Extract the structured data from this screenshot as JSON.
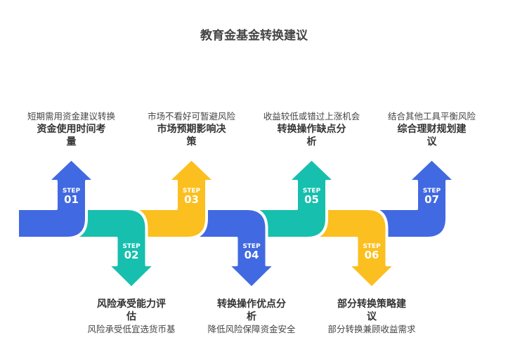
{
  "title": "教育金基金转换建议",
  "steps": [
    {
      "step": "STEP",
      "num": "01",
      "title": "资金使用时间考量",
      "caption": "短期需用资金建议转换",
      "dir": "up",
      "color": "#4169e1"
    },
    {
      "step": "STEP",
      "num": "02",
      "title": "风险承受能力评估",
      "caption": "风险承受低宜选货币基",
      "dir": "down",
      "color": "#17bfae"
    },
    {
      "step": "STEP",
      "num": "03",
      "title": "市场预期影响决策",
      "caption": "市场不看好可暂避风险",
      "dir": "up",
      "color": "#fbbf1f"
    },
    {
      "step": "STEP",
      "num": "04",
      "title": "转换操作优点分析",
      "caption": "降低风险保障资金安全",
      "dir": "down",
      "color": "#4169e1"
    },
    {
      "step": "STEP",
      "num": "05",
      "title": "转换操作缺点分析",
      "caption": "收益较低或错过上涨机会",
      "dir": "up",
      "color": "#17bfae"
    },
    {
      "step": "STEP",
      "num": "06",
      "title": "部分转换策略建议",
      "caption": "部分转换兼顾收益需求",
      "dir": "down",
      "color": "#fbbf1f"
    },
    {
      "step": "STEP",
      "num": "07",
      "title": "综合理财规划建议",
      "caption": "结合其他工具平衡风险",
      "dir": "up",
      "color": "#4169e1"
    }
  ]
}
